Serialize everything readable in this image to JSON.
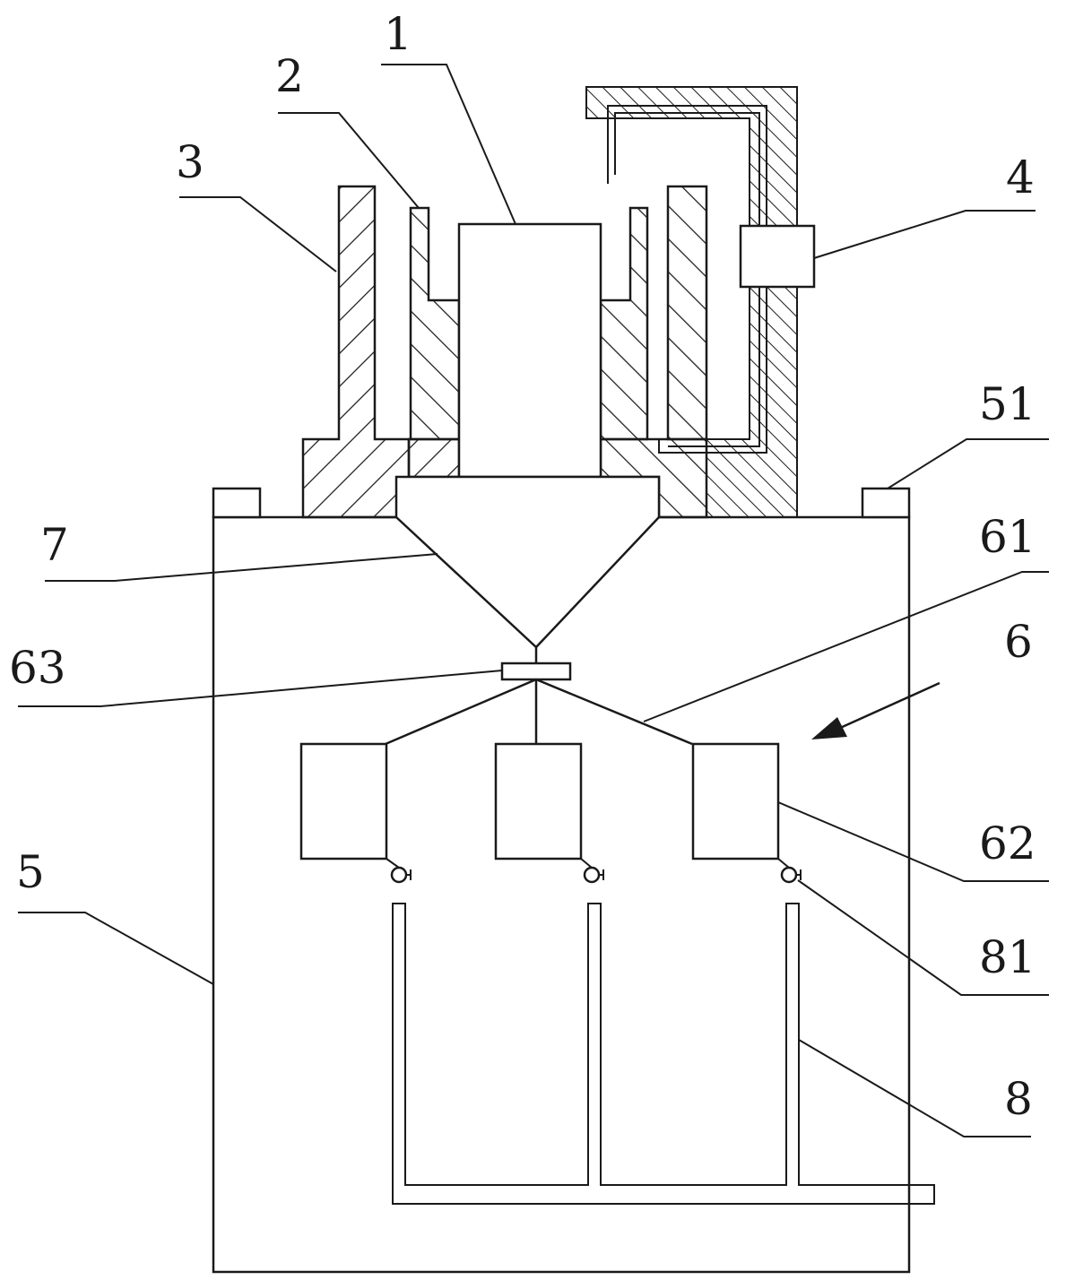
{
  "labels": {
    "l1": "1",
    "l2": "2",
    "l3": "3",
    "l4": "4",
    "l5": "5",
    "l51": "51",
    "l6": "6",
    "l61": "61",
    "l62": "62",
    "l63": "63",
    "l7": "7",
    "l8": "8",
    "l81": "81"
  }
}
